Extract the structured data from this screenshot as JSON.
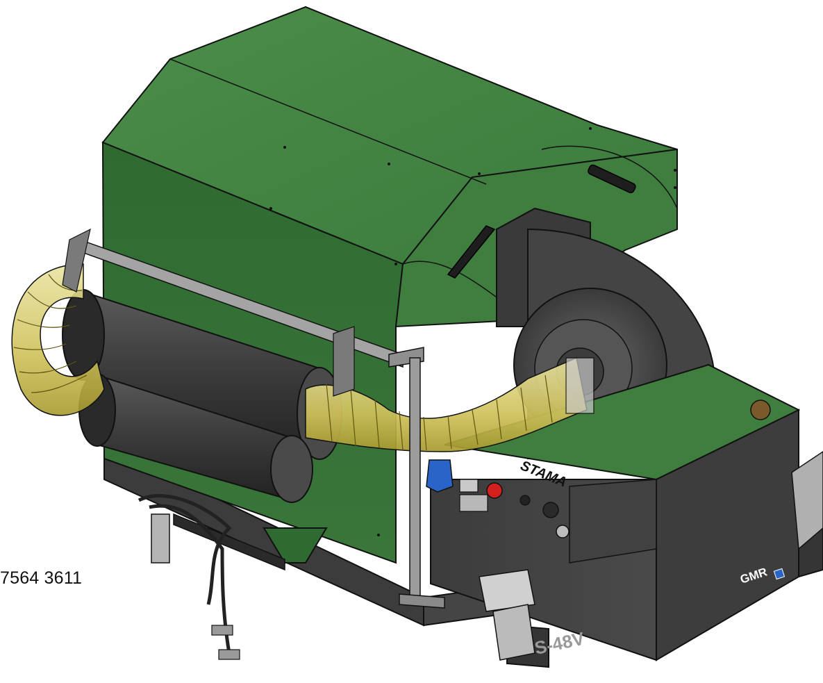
{
  "document": {
    "partial_phone_number": "7564 3611"
  },
  "machine": {
    "brand_label": "STAMA",
    "logo_text": "GMR",
    "model_label": "S-48V",
    "colors": {
      "body_green": "#3f7e3f",
      "body_green_light": "#4a8b48",
      "body_green_dark": "#2f6a31",
      "housing_dark": "#3a3a3a",
      "housing_mid": "#4d4d4d",
      "hose_yellow": "#d8d37a",
      "hose_ribs": "#8c7d2a",
      "steel": "#9c9c9c",
      "connector_blue": "#2b64c9",
      "knob_red": "#d41f1f"
    }
  }
}
